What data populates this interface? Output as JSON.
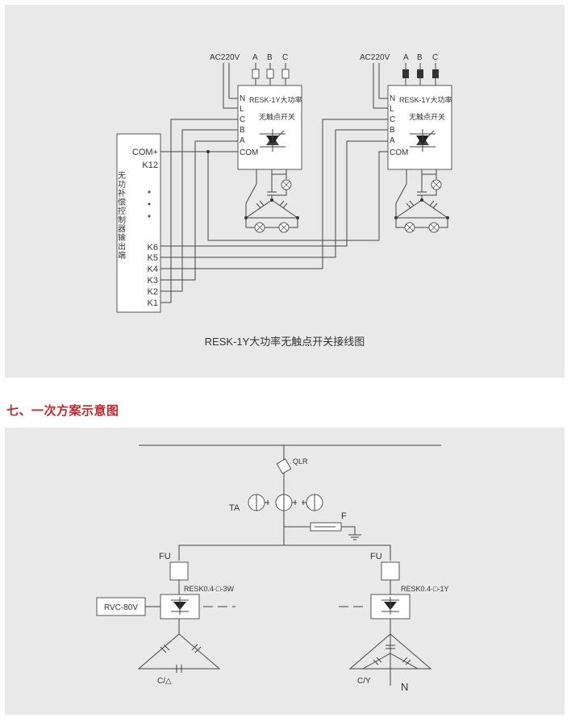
{
  "wiring": {
    "caption": "RESK-1Y大功率无触点开关接线图",
    "ac_label": "AC220V",
    "phases": [
      "A",
      "B",
      "C"
    ],
    "switch_title": "RESK-1Y大功率",
    "switch_subtitle": "无触点开关",
    "terminals": [
      "N",
      "L",
      "C",
      "B",
      "A",
      "COM"
    ],
    "controller_label": "无功补偿控制器输出端",
    "controller_terminals_top": [
      "COM+",
      "K12"
    ],
    "controller_terminals_bottom": [
      "K6",
      "K5",
      "K4",
      "K3",
      "K2",
      "K1"
    ]
  },
  "section_heading": "七、一次方案示意图",
  "scheme": {
    "qlr": "QLR",
    "ta": "TA",
    "f": "F",
    "fu": "FU",
    "left_switch": "RESK0.4-□-3W",
    "right_switch": "RESK0.4-□-1Y",
    "rvc": "RVC-80V",
    "left_conn": "C/△",
    "right_conn": "C/Y",
    "neutral": "N"
  }
}
